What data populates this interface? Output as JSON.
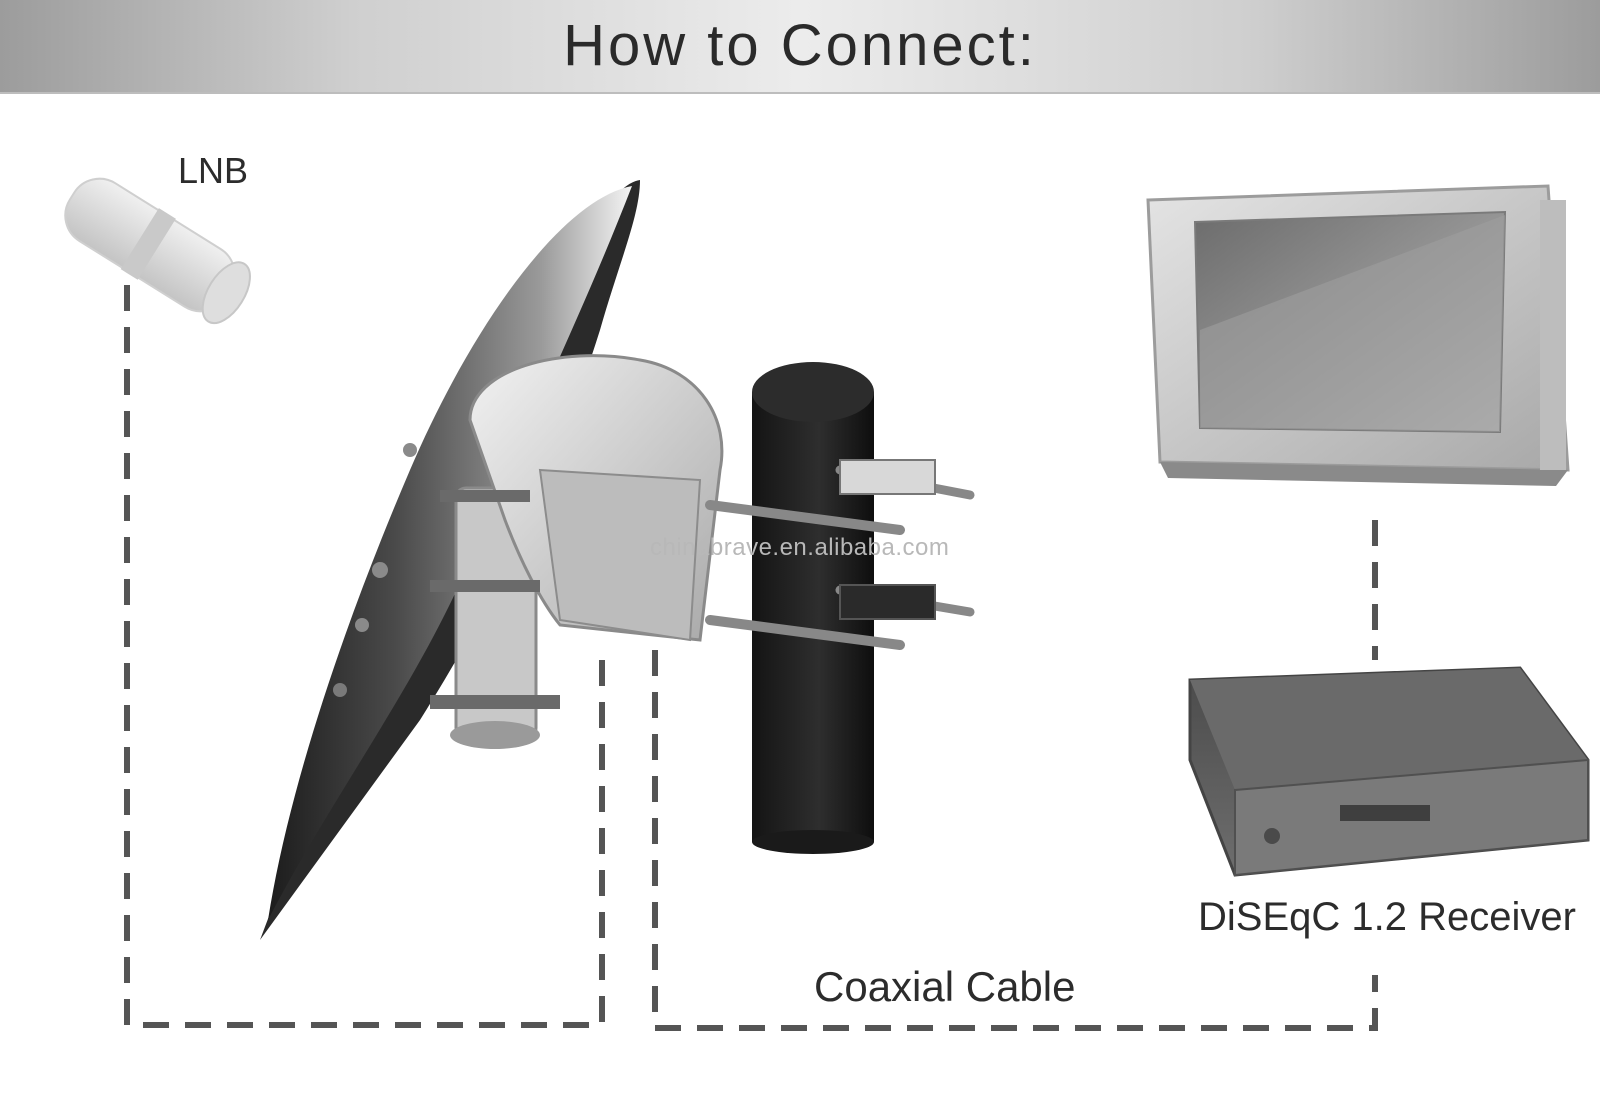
{
  "header": {
    "title": "How to Connect:"
  },
  "labels": {
    "lnb": "LNB",
    "receiver": "DiSEqC 1.2 Receiver",
    "cable": "Coaxial Cable"
  },
  "watermark": "chinabrave.en.alibaba.com",
  "colors": {
    "header_mid": "#ececec",
    "header_edge": "#9c9c9c",
    "dash_line": "#555555",
    "pole": "#1e1e1e"
  }
}
